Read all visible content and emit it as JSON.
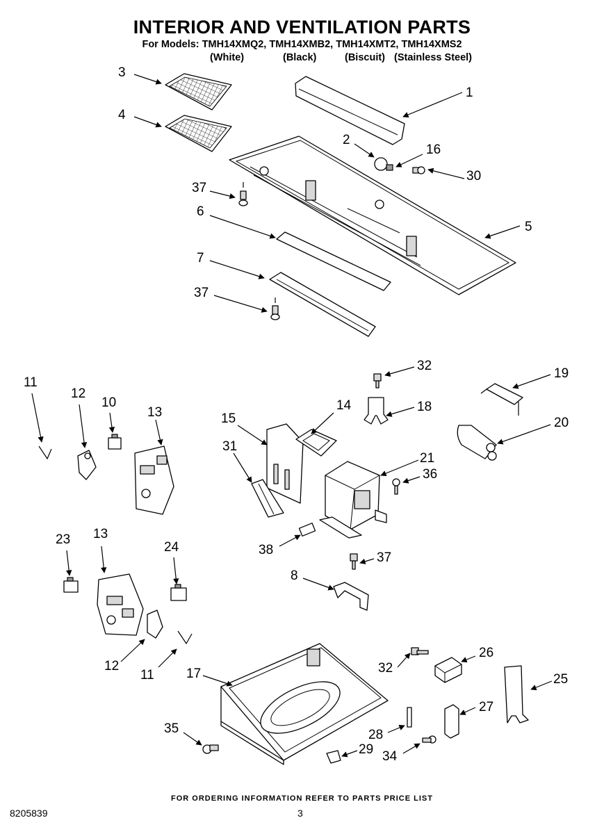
{
  "header": {
    "title": "INTERIOR AND VENTILATION PARTS",
    "models_line": "For Models: TMH14XMQ2, TMH14XMB2, TMH14XMT2, TMH14XMS2",
    "colors": [
      "(White)",
      "(Black)",
      "(Biscuit)",
      "(Stainless Steel)"
    ]
  },
  "callouts": {
    "c1": "1",
    "c2": "2",
    "c3": "3",
    "c4": "4",
    "c5": "5",
    "c6": "6",
    "c7": "7",
    "c16": "16",
    "c30": "30",
    "c37a": "37",
    "c37b": "37",
    "c11a": "11",
    "c12a": "12",
    "c10": "10",
    "c13a": "13",
    "c15": "15",
    "c31": "31",
    "c14": "14",
    "c32a": "32",
    "c18": "18",
    "c19": "19",
    "c20": "20",
    "c21": "21",
    "c36": "36",
    "c38": "38",
    "c37c": "37",
    "c8": "8",
    "c23": "23",
    "c13b": "13",
    "c24": "24",
    "c12b": "12",
    "c11b": "11",
    "c17": "17",
    "c35": "35",
    "c28": "28",
    "c29": "29",
    "c34": "34",
    "c32b": "32",
    "c26": "26",
    "c25": "25",
    "c27": "27"
  },
  "footer": {
    "ordering_note": "FOR ORDERING INFORMATION REFER TO PARTS PRICE LIST",
    "doc_number": "8205839",
    "page_number": "3"
  }
}
